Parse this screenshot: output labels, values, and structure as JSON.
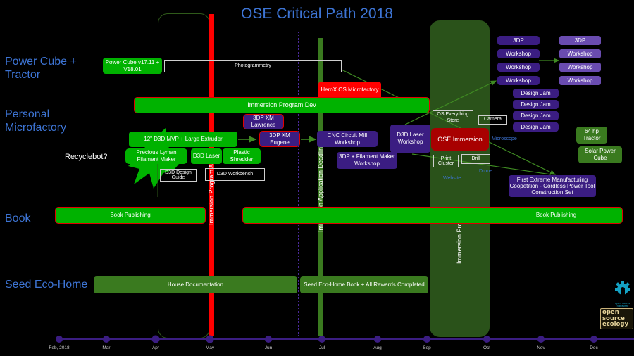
{
  "title": "OSE Critical Path 2018",
  "rows": {
    "power_cube": "Power Cube + Tractor",
    "microfactory": "Personal Microfactory",
    "book": "Book",
    "seed": "Seed Eco-Home"
  },
  "vertical_markers": {
    "immersion_program_a": "Immersion Program A",
    "immersion_application_deadline": "Immersion Application Deadline",
    "immersion_program": "Immersion Program"
  },
  "tasks": {
    "power_cube": "Power Cube v17.11 + V18.01",
    "photogrammetry": "Photogrammetry",
    "herox": "HeroX OS Microfactory",
    "immersion_dev": "Immersion Program Dev",
    "xm_lawrence": "3DP XM Lawrence",
    "xm_eugene": "3DP XM Eugene",
    "d3d_mvp": "12\" D3D MVP + Large Extruder",
    "recyclebot": "Recyclebot?",
    "precious": "Precious Lyman Filament Maker",
    "d3d_laser": "D3D Laser",
    "plastic_shredder": "Plastic Shredder",
    "d3d_design_guide": "D3D Design Guide",
    "d3d_workbench": "D3D Workbench",
    "cnc_workshop": "CNC Circuit Mill Workshop",
    "d3d_laser_workshop": "D3D Laser Workshop",
    "filament_workshop": "3DP + Filament Maker Workshop",
    "os_everything_store": "OS Everything Store",
    "camera": "Camera",
    "ose_immersion": "OSE Immersion",
    "microscope": "Microscope",
    "print_cluster": "Print Cluster",
    "drill": "Drill",
    "drone": "Drone",
    "website": "Website",
    "first_extreme": "First Extreme Manufacturing Coopetition - Cordless Power Tool Construction Set",
    "tractor_64": "64 hp Tractor",
    "solar_cube": "Solar Power Cube",
    "book_publishing_1": "Book Publishing",
    "book_publishing_2": "Book Publishing",
    "house_doc": "House Documentation",
    "seed_book": "Seed Eco-Home Book + All Rewards Completed"
  },
  "workshops_left": [
    "3DP",
    "Workshop",
    "Workshop",
    "Workshop"
  ],
  "workshops_right": [
    "3DP",
    "Workshop",
    "Workshop",
    "Workshop"
  ],
  "design_jams": [
    "Design Jam",
    "Design Jam",
    "Design Jam",
    "Design Jam"
  ],
  "timeline": {
    "months": [
      "Feb, 2018",
      "Mar",
      "Apr",
      "May",
      "Jun",
      "Jul",
      "Aug",
      "Sep",
      "Oct",
      "Nov",
      "Dec"
    ]
  },
  "logos": {
    "oshw": "open source hardware",
    "ose": "open source ecology"
  },
  "colors": {
    "title_blue": "#3d74d4",
    "green": "#00b200",
    "dark_green": "#3a7a1f",
    "purple": "#3b1d82",
    "light_purple": "#6a4cb0",
    "red": "#ff0000",
    "timeline": "#3b1d82"
  }
}
